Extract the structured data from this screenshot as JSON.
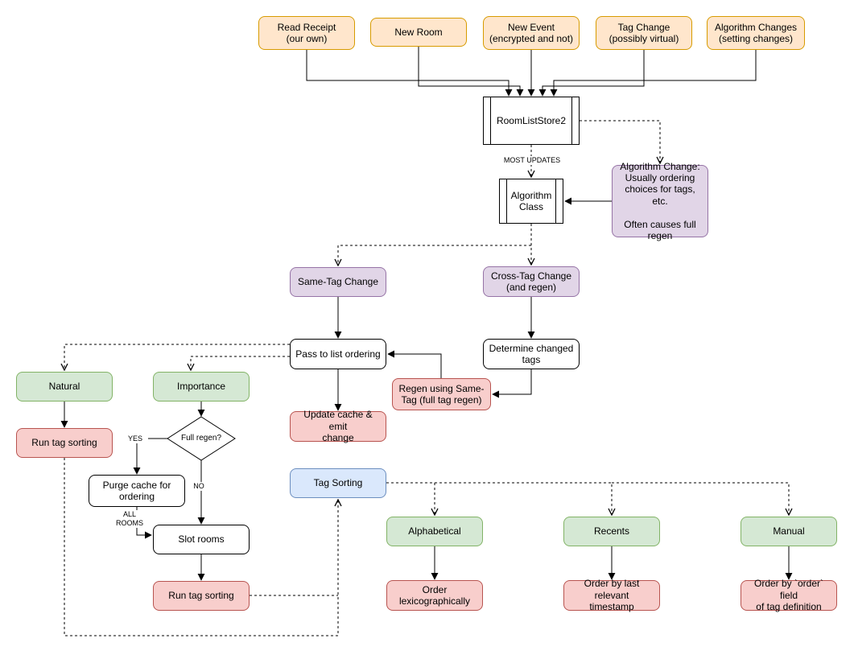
{
  "palette": {
    "orange-fill": "#ffe6cc",
    "orange-border": "#d79b00",
    "purple-fill": "#e1d5e7",
    "purple-border": "#9673a6",
    "green-fill": "#d5e8d4",
    "green-border": "#82b366",
    "red-fill": "#f8cecc",
    "red-border": "#b85450",
    "blue-fill": "#dae8fc",
    "blue-border": "#6c8ebf",
    "node-border": "#000000",
    "edge-color": "#000000"
  },
  "nodes": {
    "read_receipt": {
      "label": "Read Receipt\n(our own)"
    },
    "new_room": {
      "label": "New Room"
    },
    "new_event": {
      "label": "New Event\n(encrypted and not)"
    },
    "tag_change": {
      "label": "Tag Change\n(possibly virtual)"
    },
    "algorithm_changes": {
      "label": "Algorithm Changes\n(setting changes)"
    },
    "room_list_store": {
      "label": "RoomListStore2"
    },
    "algorithm_class": {
      "label": "Algorithm\nClass"
    },
    "algorithm_change_note": {
      "label": "Algorithm Change:\nUsually ordering\nchoices for tags, etc.\n\nOften causes full\nregen"
    },
    "same_tag_change": {
      "label": "Same-Tag Change"
    },
    "cross_tag_change": {
      "label": "Cross-Tag Change\n(and regen)"
    },
    "pass_to_list_ordering": {
      "label": "Pass to list ordering"
    },
    "determine_changed_tags": {
      "label": "Determine changed\ntags"
    },
    "regen_same_tag": {
      "label": "Regen using Same-\nTag (full tag regen)"
    },
    "update_cache": {
      "label": "Update cache & emit\nchange"
    },
    "natural": {
      "label": "Natural"
    },
    "importance": {
      "label": "Importance"
    },
    "run_tag_sorting_1": {
      "label": "Run tag sorting"
    },
    "full_regen": {
      "label": "Full regen?"
    },
    "purge_cache": {
      "label": "Purge cache for\nordering"
    },
    "slot_rooms": {
      "label": "Slot rooms"
    },
    "run_tag_sorting_2": {
      "label": "Run tag sorting"
    },
    "tag_sorting": {
      "label": "Tag Sorting"
    },
    "alphabetical": {
      "label": "Alphabetical"
    },
    "recents": {
      "label": "Recents"
    },
    "manual": {
      "label": "Manual"
    },
    "order_lexicographically": {
      "label": "Order\nlexicographically"
    },
    "order_by_timestamp": {
      "label": "Order by last relevant\ntimestamp"
    },
    "order_by_order_field": {
      "label": "Order by `order` field\nof tag definition"
    }
  },
  "edge_labels": {
    "most_updates": "MOST UPDATES",
    "yes": "YES",
    "no": "NO",
    "all_rooms": "ALL\nROOMS"
  }
}
